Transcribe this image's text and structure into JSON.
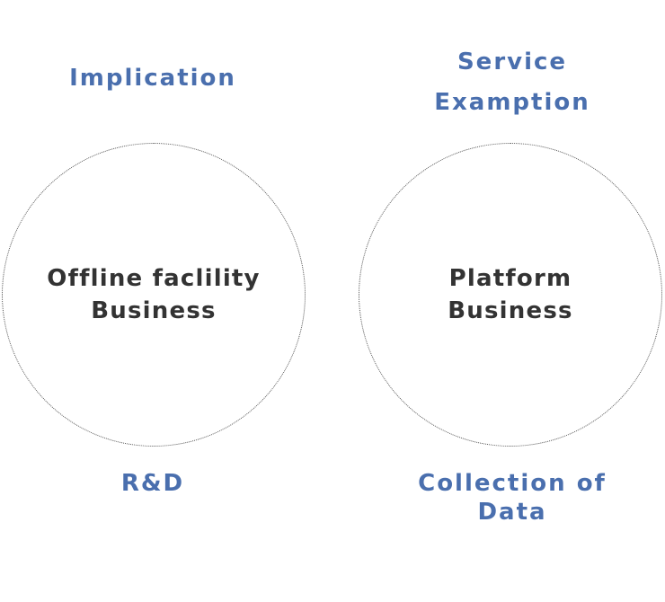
{
  "left_node": {
    "lines": [
      "Offline faclility",
      "Business"
    ]
  },
  "right_node": {
    "lines": [
      "Platform",
      "Business"
    ]
  },
  "labels": {
    "implication": [
      "Implication"
    ],
    "service_examption": [
      "Service",
      "Examption"
    ],
    "rd": [
      "R&D"
    ],
    "collection_of_data": [
      "Collection of",
      "Data"
    ]
  },
  "colors": {
    "label_blue": "#4a6fae",
    "node_text": "#333333",
    "circle_stroke": "#555555"
  }
}
